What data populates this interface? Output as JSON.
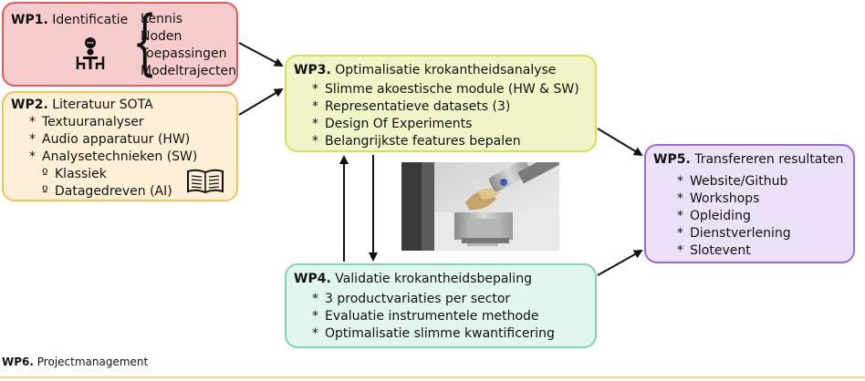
{
  "wp1": {
    "code": "WP1.",
    "title": "Identificatie",
    "items": [
      "Kennis",
      "Noden",
      "Toepassingen",
      "Modeltrajecten"
    ]
  },
  "wp2": {
    "code": "WP2.",
    "title": "Literatuur SOTA",
    "items": [
      {
        "mark": "*",
        "text": "Textuuranalyser"
      },
      {
        "mark": "*",
        "text": "Audio apparatuur (HW)"
      },
      {
        "mark": "*",
        "text": "Analysetechnieken (SW)"
      }
    ],
    "subitems": [
      {
        "mark": "º",
        "text": "Klassiek"
      },
      {
        "mark": "º",
        "text": "Datagedreven (AI)"
      }
    ]
  },
  "wp3": {
    "code": "WP3.",
    "title": "Optimalisatie krokantheidsanalyse",
    "items": [
      {
        "mark": "*",
        "text": "Slimme akoestische module (HW & SW)"
      },
      {
        "mark": "*",
        "text": "Representatieve datasets (3)"
      },
      {
        "mark": "*",
        "text": "Design Of Experiments"
      },
      {
        "mark": "*",
        "text": "Belangrijkste features bepalen"
      }
    ]
  },
  "wp4": {
    "code": "WP4.",
    "title": "Validatie krokantheidsbepaling",
    "items": [
      {
        "mark": "*",
        "text": "3 productvariaties per sector"
      },
      {
        "mark": "*",
        "text": "Evaluatie instrumentele methode"
      },
      {
        "mark": "*",
        "text": "Optimalisatie slimme kwantificering"
      }
    ]
  },
  "wp5": {
    "code": "WP5.",
    "title": "Transfereren resultaten",
    "items": [
      {
        "mark": "*",
        "text": "Website/Github"
      },
      {
        "mark": "*",
        "text": "Workshops"
      },
      {
        "mark": "*",
        "text": "Opleiding"
      },
      {
        "mark": "*",
        "text": "Dienstverlening"
      },
      {
        "mark": "*",
        "text": "Slotevent"
      }
    ]
  },
  "wp6": {
    "code": "WP6.",
    "title": "Projectmanagement"
  },
  "icons": {
    "wp1": "meeting-person-icon",
    "wp2": "open-book-icon",
    "photo": "texture-analyser-photo"
  },
  "colors": {
    "wp1_fill": "#f7cccc",
    "wp1_border": "#e45a5a",
    "wp2_fill": "#fdf0d6",
    "wp2_border": "#f2c35a",
    "wp3_fill": "#f1f4c7",
    "wp3_border": "#d8e05a",
    "wp4_fill": "#e1f6ee",
    "wp4_border": "#7fd4b8",
    "wp5_fill": "#ece1f7",
    "wp5_border": "#9a6bd8",
    "arrow": "#111111"
  }
}
